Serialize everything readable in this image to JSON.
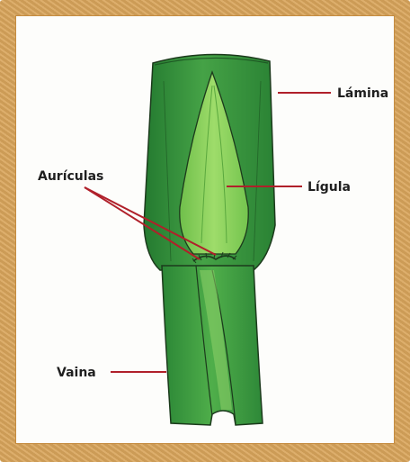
{
  "labels": {
    "lamina": "Lámina",
    "ligula": "Lígula",
    "auriculas": "Aurículas",
    "vaina": "Vaina"
  },
  "colors": {
    "frame": "#d9a55b",
    "leaf_dark": "#2f8a3a",
    "leaf_mid": "#4aa54a",
    "ligula": "#8cd35e",
    "pointer": "#b0202a",
    "outline": "#1c3a1c"
  }
}
